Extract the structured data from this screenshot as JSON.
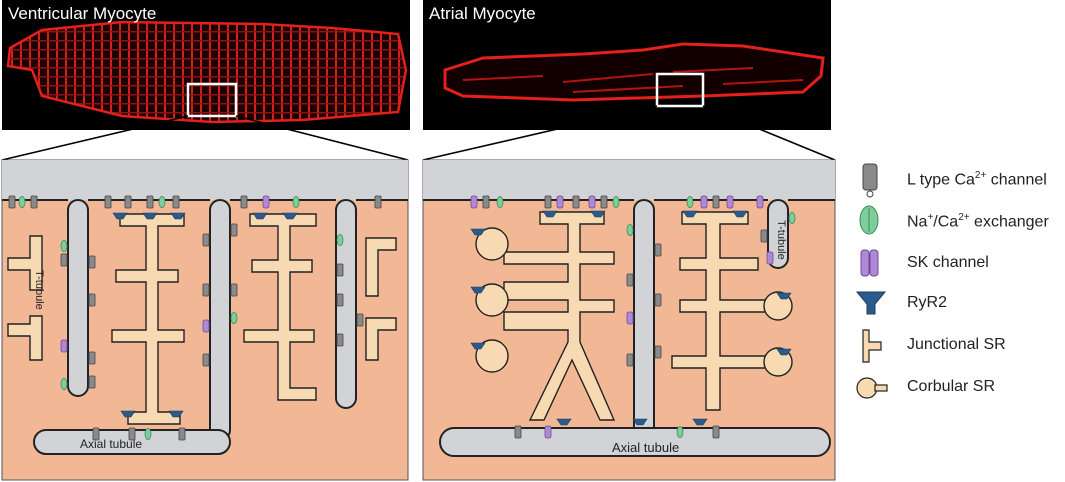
{
  "panels": {
    "ventricular_title": "Ventricular Myocyte",
    "atrial_title": "Atrial Myocyte"
  },
  "labels": {
    "t_tubule_left": "T-tubule",
    "t_tubule_right": "T-tubule",
    "axial_left": "Axial tubule",
    "axial_right": "Axial tubule"
  },
  "legend": {
    "l_type": {
      "main": "L type Ca",
      "sup": "2+",
      "rest": " channel",
      "icon": "l-type-channel-icon"
    },
    "ncx": {
      "main": "Na",
      "sup1": "+",
      "mid": "/Ca",
      "sup2": "2+",
      "rest": " exchanger",
      "icon": "exchanger-icon"
    },
    "sk": {
      "label": "SK channel",
      "icon": "sk-channel-icon"
    },
    "ryr2": {
      "label": "RyR2",
      "icon": "ryr2-icon"
    },
    "jsr": {
      "label": "Junctional SR",
      "icon": "junctional-sr-icon"
    },
    "csr": {
      "label": "Corbular SR",
      "icon": "corbular-sr-icon"
    }
  },
  "colors": {
    "cytoplasm": "#f2b795",
    "membrane_space": "#d2d3d6",
    "sr": "#f7d9b2",
    "ryr2": "#2d5a8c",
    "l_type": "#8a8a8a",
    "ncx": "#7ccf9a",
    "sk": "#b089d6",
    "myocyte_stain": "#e3201b"
  }
}
